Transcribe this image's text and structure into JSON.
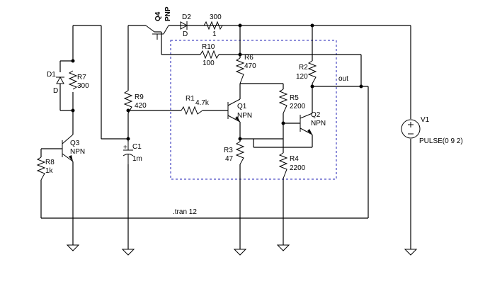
{
  "components": {
    "q4": {
      "name": "Q4",
      "model": "PNP"
    },
    "d2": {
      "name": "D2",
      "model": "D"
    },
    "r300top": {
      "name": "300",
      "value": "1"
    },
    "d1": {
      "name": "D1",
      "model": "D"
    },
    "r7": {
      "name": "R7",
      "value": "300"
    },
    "r10": {
      "name": "R10",
      "value": "100"
    },
    "r6": {
      "name": "R6",
      "value": "470"
    },
    "r2": {
      "name": "R2",
      "value": "120"
    },
    "r9": {
      "name": "R9",
      "value": "420"
    },
    "r1": {
      "name": "R1",
      "value": "4.7k"
    },
    "q1": {
      "name": "Q1",
      "model": "NPN"
    },
    "r5": {
      "name": "R5",
      "value": "2200"
    },
    "q2": {
      "name": "Q2",
      "model": "NPN"
    },
    "q3": {
      "name": "Q3",
      "model": "NPN"
    },
    "r8": {
      "name": "R8",
      "value": "1k"
    },
    "c1": {
      "name": "C1",
      "value": "1m"
    },
    "r3": {
      "name": "R3",
      "value": "47"
    },
    "r4": {
      "name": "R4",
      "value": "2200"
    },
    "v1": {
      "name": "V1",
      "value": "PULSE(0 9 2)"
    }
  },
  "net_labels": {
    "out": "out"
  },
  "directive": ".tran 12"
}
